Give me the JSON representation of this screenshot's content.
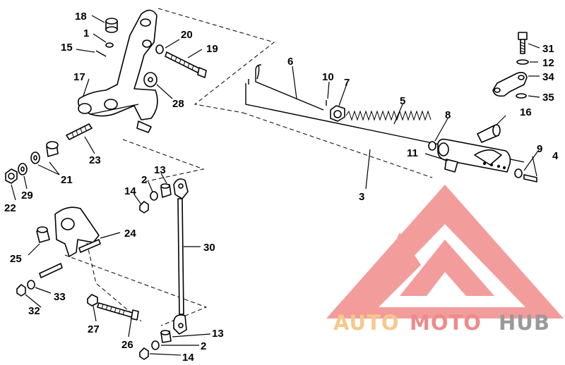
{
  "callouts": {
    "c1": "1",
    "c2": "2",
    "c2b": "2",
    "c3": "3",
    "c4": "4",
    "c5": "5",
    "c6": "6",
    "c7": "7",
    "c8": "8",
    "c9": "9",
    "c10": "10",
    "c11": "11",
    "c12": "12",
    "c13": "13",
    "c13b": "13",
    "c14": "14",
    "c14b": "14",
    "c15": "15",
    "c16": "16",
    "c17": "17",
    "c18": "18",
    "c19": "19",
    "c20": "20",
    "c21": "21",
    "c22": "22",
    "c23": "23",
    "c24": "24",
    "c25": "25",
    "c26": "26",
    "c27": "27",
    "c28": "28",
    "c29": "29",
    "c30": "30",
    "c31": "31",
    "c32": "32",
    "c33": "33",
    "c34": "34",
    "c35": "35"
  },
  "watermark": {
    "auto": "AUTO",
    "moto": "MOTO",
    "hub": "HUB",
    "colors": {
      "auto": "#f6c88a",
      "moto": "#f08a8a",
      "hub": "#9a9a9a",
      "logo": "#f28b8b"
    }
  }
}
